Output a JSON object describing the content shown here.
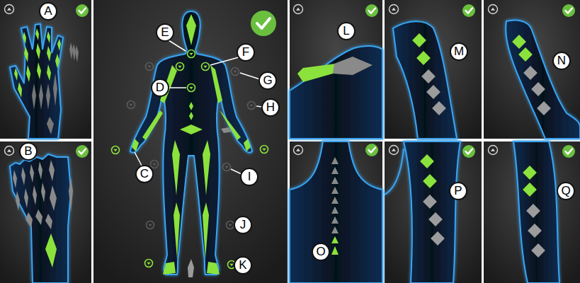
{
  "diagram": {
    "labels": [
      "A",
      "B",
      "C",
      "D",
      "E",
      "F",
      "G",
      "H",
      "I",
      "J",
      "K",
      "L",
      "M",
      "N",
      "O",
      "P",
      "Q"
    ]
  }
}
